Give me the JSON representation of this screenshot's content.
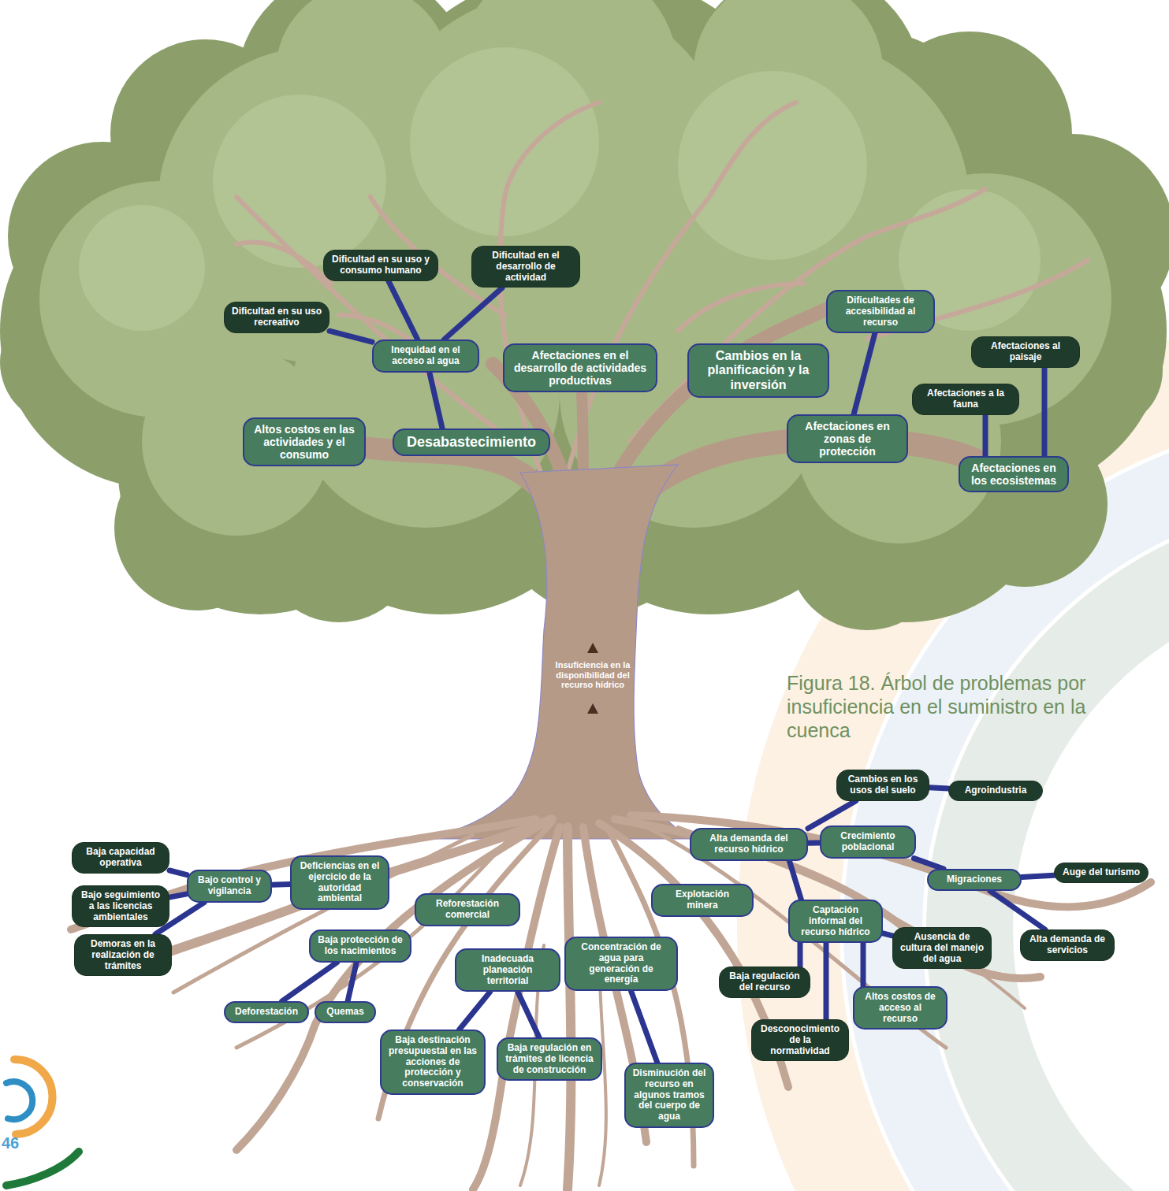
{
  "diagram": {
    "caption": "Figura 18. Árbol de problemas por insuficiencia en el suministro en la cuenca",
    "nodes": [
      {
        "text": [
          "Dificultad en su uso y consumo humano"
        ]
      },
      {
        "text": [
          "Dificultad en el desarrollo de actividad"
        ]
      },
      {
        "text": [
          "Dificultad en su uso recreativo"
        ]
      },
      {
        "text": [
          "Dificultades de accesibilidad al recurso"
        ]
      },
      {
        "text": [
          "Inequidad en el acceso al agua"
        ]
      },
      {
        "text": [
          "Afectaciones en el desarrollo de actividades productivas"
        ]
      },
      {
        "text": [
          "Cambios en la planificación y la inversión"
        ]
      },
      {
        "text": [
          "Afectaciones al paisaje"
        ]
      },
      {
        "text": [
          "Afectaciones a la fauna"
        ]
      },
      {
        "text": [
          "Altos costos en las actividades y el consumo"
        ]
      },
      {
        "text": [
          "Desabastecimiento"
        ]
      },
      {
        "text": [
          "Afectaciones en zonas de protección"
        ]
      },
      {
        "text": [
          "Afectaciones en los ecosistemas"
        ]
      },
      {
        "text": [
          "Cambios en los usos del suelo"
        ]
      },
      {
        "text": [
          "Agroindustria"
        ]
      },
      {
        "text": [
          "Alta demanda del recurso hídrico"
        ]
      },
      {
        "text": [
          "Crecimiento poblacional"
        ]
      },
      {
        "text": [
          "Baja capacidad operativa"
        ]
      },
      {
        "text": [
          "Bajo control y vigilancia"
        ]
      },
      {
        "text": [
          "Deficiencias en el ejercicio de la autoridad ambiental"
        ]
      },
      {
        "text": [
          "Migraciones"
        ]
      },
      {
        "text": [
          "Auge del turismo"
        ]
      },
      {
        "text": [
          "Bajo seguimiento a las licencias ambientales"
        ]
      },
      {
        "text": [
          "Reforestación comercial"
        ]
      },
      {
        "text": [
          "Explotación minera"
        ]
      },
      {
        "text": [
          "Captación informal del recurso hídrico"
        ]
      },
      {
        "text": [
          "Alta demanda de servicios"
        ]
      },
      {
        "text": [
          "Ausencia de cultura del manejo del agua"
        ]
      },
      {
        "text": [
          "Demoras en la realización de trámites"
        ]
      },
      {
        "text": [
          "Baja protección de los nacimientos"
        ]
      },
      {
        "text": [
          "Inadecuada planeación territorial"
        ]
      },
      {
        "text": [
          "Concentración de agua para generación de energía"
        ]
      },
      {
        "text": [
          "Baja regulación del recurso"
        ]
      },
      {
        "text": [
          "Deforestación"
        ]
      },
      {
        "text": [
          "Quemas"
        ]
      },
      {
        "text": [
          "Altos costos de acceso al recurso"
        ]
      },
      {
        "text": [
          "Desconocimiento de la normatividad"
        ]
      },
      {
        "text": [
          "Baja destinación presupuestal en las acciones de protección y conservación"
        ]
      },
      {
        "text": [
          "Baja regulación en trámites de licencia de construcción"
        ]
      },
      {
        "text": [
          "Disminución del recurso en algunos tramos del cuerpo de agua"
        ]
      }
    ],
    "edges": [
      {
        "from": 0,
        "to": 4,
        "arrow": "none"
      },
      {
        "from": 1,
        "to": 4,
        "arrow": "none"
      },
      {
        "from": 2,
        "to": 4,
        "arrow": "none"
      },
      {
        "from": 4,
        "to": 10,
        "arrow": "none"
      },
      {
        "from": 3,
        "to": 11,
        "arrow": "none"
      },
      {
        "from": 7,
        "to": 12,
        "arrow": "none"
      },
      {
        "from": 8,
        "to": 12,
        "arrow": "none"
      },
      {
        "from": 13,
        "to": 14,
        "arrow": "none"
      },
      {
        "from": 13,
        "to": 15,
        "arrow": "none"
      },
      {
        "from": 15,
        "to": 16,
        "arrow": "none"
      },
      {
        "from": 16,
        "to": 20,
        "arrow": "none"
      },
      {
        "from": 20,
        "to": 21,
        "arrow": "none"
      },
      {
        "from": 20,
        "to": 26,
        "arrow": "none"
      },
      {
        "from": 15,
        "to": 25,
        "arrow": "none"
      },
      {
        "from": 25,
        "to": 27,
        "arrow": "none"
      },
      {
        "from": 25,
        "to": 32,
        "arrow": "none"
      },
      {
        "from": 25,
        "to": 36,
        "arrow": "none"
      },
      {
        "from": 25,
        "to": 35,
        "arrow": "none"
      },
      {
        "from": 17,
        "to": 18,
        "arrow": "none"
      },
      {
        "from": 22,
        "to": 18,
        "arrow": "none"
      },
      {
        "from": 28,
        "to": 18,
        "arrow": "none"
      },
      {
        "from": 18,
        "to": 19,
        "arrow": "none"
      },
      {
        "from": 29,
        "to": 33,
        "arrow": "none"
      },
      {
        "from": 29,
        "to": 34,
        "arrow": "none"
      },
      {
        "from": 30,
        "to": 37,
        "arrow": "none"
      },
      {
        "from": 30,
        "to": 38,
        "arrow": "none"
      },
      {
        "from": 31,
        "to": 39,
        "arrow": "none"
      }
    ],
    "labels": [
      "Insuficiencia en la disponibilidad del recurso hídrico",
      "46"
    ]
  }
}
